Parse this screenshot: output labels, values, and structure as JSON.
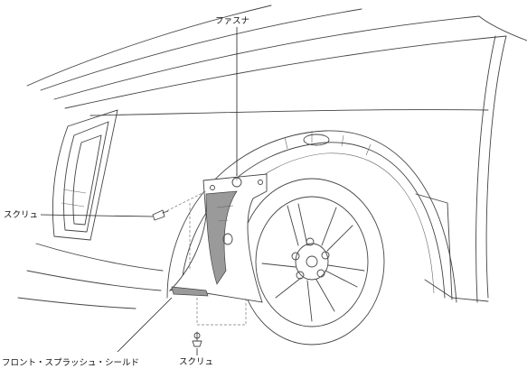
{
  "callouts": {
    "fastener": "ファスナ",
    "screw_left": "スクリュ",
    "screw_bottom": "スクリュ",
    "splash_shield": "フロント・スプラッシュ・シールド"
  }
}
